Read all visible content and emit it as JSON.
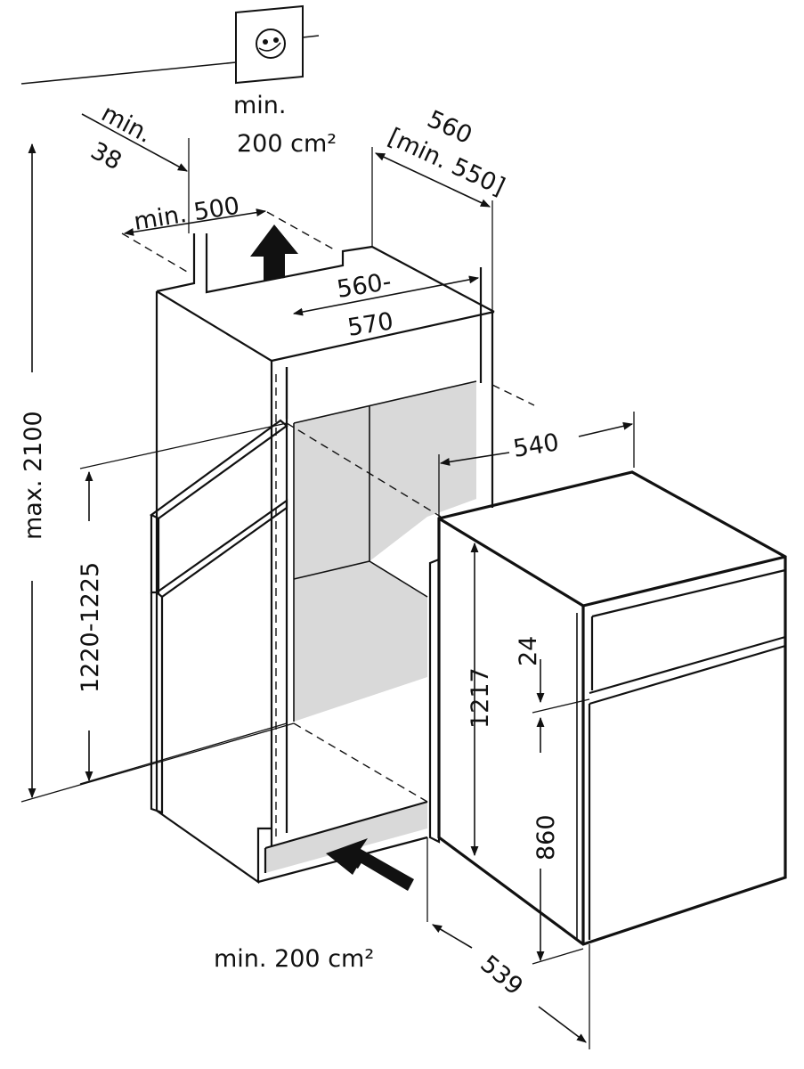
{
  "labels": {
    "vent_top_min": "min.",
    "vent_top_area": "200 cm²",
    "gap_min": "min.",
    "gap_value": "38",
    "depth_min": "min. 500",
    "niche_depth": "560",
    "niche_depth_min": "[min. 550]",
    "niche_width_a": "560-",
    "niche_width_b": "570",
    "appliance_width": "540",
    "total_height": "max. 2100",
    "niche_height": "1220-1225",
    "appliance_height": "1217",
    "door_gap": "24",
    "lower_door": "860",
    "appliance_depth": "539",
    "vent_bottom": "min. 200 cm²"
  },
  "icons": {
    "socket": "power-socket-icon",
    "arrow_up": "airflow-up-arrow-icon",
    "arrow_in": "airflow-in-arrow-icon"
  },
  "colors": {
    "line": "#111111",
    "shade": "#d9d9d9",
    "background": "#ffffff"
  }
}
